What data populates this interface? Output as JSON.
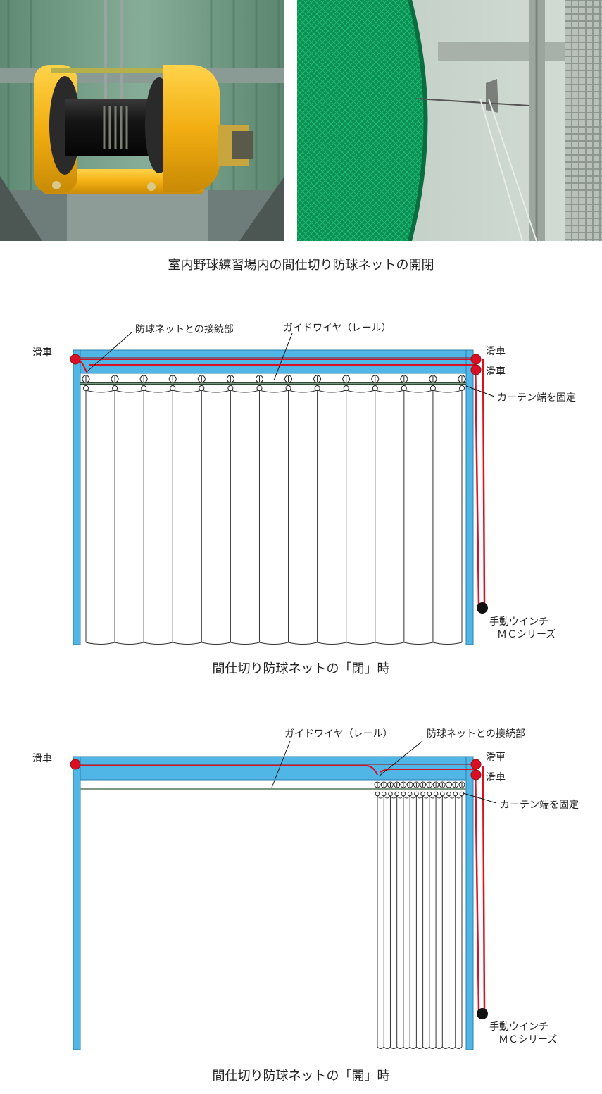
{
  "photos": {
    "left": {
      "subject": "winch-photo",
      "colors": {
        "body": "#f2b21a",
        "drum": "#1e1e1e",
        "wall": "#6f9a82"
      }
    },
    "right": {
      "subject": "net-photo",
      "colors": {
        "net": "#0f9c5c",
        "frame": "#9aa39c",
        "ceiling": "#c7d0c8"
      }
    }
  },
  "top_caption": "室内野球練習場内の間仕切り防球ネットの開閉",
  "diagrams": [
    {
      "state": "closed",
      "caption": "間仕切り防球ネットの「閉」時",
      "labels": {
        "pulley_left": "滑車",
        "pulley_right_1": "滑車",
        "pulley_right_2": "滑車",
        "connection": "防球ネットとの接続部",
        "guide_wire": "ガイドワイヤ（レール）",
        "curtain_end": "カーテン端を固定",
        "winch_line1": "手動ウインチ",
        "winch_line2": "ＭＣシリーズ"
      }
    },
    {
      "state": "open",
      "caption": "間仕切り防球ネットの「開」時",
      "labels": {
        "pulley_left": "滑車",
        "pulley_right_1": "滑車",
        "pulley_right_2": "滑車",
        "connection": "防球ネットとの接続部",
        "guide_wire": "ガイドワイヤ（レール）",
        "curtain_end": "カーテン端を固定",
        "winch_line1": "手動ウインチ",
        "winch_line2": "ＭＣシリーズ"
      }
    }
  ],
  "colors": {
    "frame": "#4fb6e6",
    "rope": "#d90f23",
    "rope_dark": "#9b0b17",
    "wire": "#2c4a34",
    "winch": "#111111"
  }
}
